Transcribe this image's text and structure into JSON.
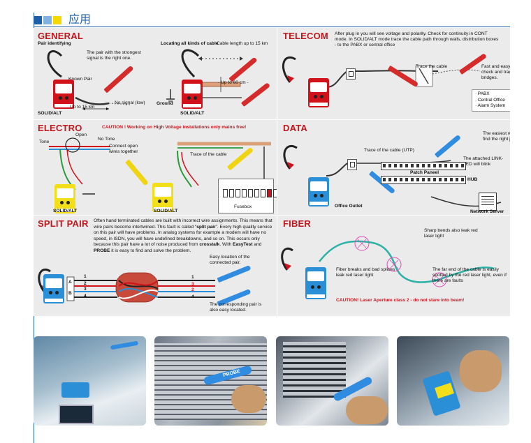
{
  "header": {
    "title": "应用",
    "square_colors": [
      "#1d5fa8",
      "#7fb2de",
      "#f5d800"
    ]
  },
  "colors": {
    "title_red": "#c0171e",
    "tester_red": "#d2121a",
    "tester_blue": "#2a8fd6",
    "tester_yellow": "#f2df1a",
    "probe_red": "#d52b2b",
    "probe_blue": "#2f8ce0",
    "probe_yellow": "#f0d411"
  },
  "general": {
    "title": "GENERAL",
    "subtitle": "Pair identifying",
    "strongest": "The pair with the strongest signal is the right one.",
    "known_pair": "Known Pair",
    "no_signal": "No signal (low)",
    "up_to_15": "Up to 15 km",
    "solid_alt": "SOLID/ALT",
    "locating": "Locating all kinds of cable",
    "cable_length": "Cable length up to 15 km",
    "up_to_60": "- Up to 60 cm -",
    "ground": "Ground",
    "solid_alt2": "SOLID/ALT"
  },
  "telecom": {
    "title": "TELECOM",
    "desc": "After plug in you will see voltage and polarity. Check for continuity in CONT mode. In SOLID/ALT mode trace the cable path through walls, distribution boxes - to the PABX or central office",
    "trace": "Trace the cable",
    "fast": "Fast and easy check and trace of bridges.",
    "bullets": [
      "PABX",
      "Central Office",
      "Alarm System"
    ]
  },
  "electro": {
    "title": "ELECTRO",
    "caution": "CAUTION ! Working on High Voltage installations only mains free!",
    "open": "Open",
    "tone": "Tone",
    "no_tone": "No Tone",
    "connect": "Connect open wires together",
    "trace": "Trace of the cable",
    "fusebox": "Fusebox",
    "solid_alt": "SOLID/ALT",
    "solid_alt2": "SOLID/ALT"
  },
  "data": {
    "title": "DATA",
    "easiest": "The easiest way to find the right jack!",
    "utp": "Trace of the cable (UTP)",
    "link": "The attached LINK-LED will blink",
    "patch": "Patch Paneel",
    "hub": "HUB",
    "office": "Office Outlet",
    "server": "Network Server"
  },
  "split": {
    "title": "SPLIT PAIR",
    "desc_1": "Often hand terminated cables are built with incorrect wire assignments. This means that wire pairs become intertwined. This fault is called “",
    "desc_bold1": "split pair",
    "desc_2": "”. Every high quality service on this pair will have problems. In analog systems for example a modem will have no speed, in ISDN, you will have undefined breakdowns, and so on. This occurs only because this pair have a lot of noise produced from ",
    "desc_bold2": "crosstalk",
    "desc_3": ". With ",
    "desc_bold3": "EasyTest",
    "desc_4": " and ",
    "desc_bold4": "PROBE",
    "desc_5": " it is easy to find and solve the problem.",
    "easy": "Easy location of the connected pair.",
    "corresponding": "The corresponding pair is also easy located.",
    "left_nums": [
      "1",
      "2",
      "3",
      "4"
    ],
    "right_nums": [
      "1",
      "3",
      "2",
      "4"
    ],
    "ab": [
      "A",
      "B"
    ]
  },
  "fiber": {
    "title": "FIBER",
    "sharp": "Sharp bends also leak red laser light",
    "breaks": "Fiber breaks and bad splices leak red laser light",
    "far_end": "The far end of the cable is easily spotted by the red laser light, even if there are faults",
    "caution": "CAUTION! Laser Aperture class 2 - do not stare into beam!"
  },
  "photos": {
    "probe_label": "PROBE"
  }
}
